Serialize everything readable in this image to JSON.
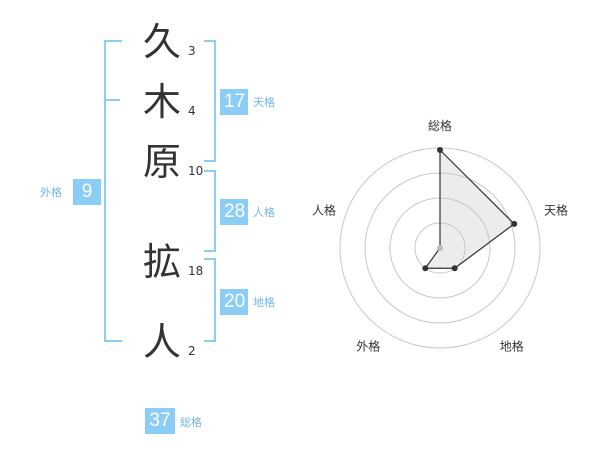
{
  "name": {
    "chars": [
      {
        "char": "久",
        "strokes": "3"
      },
      {
        "char": "木",
        "strokes": "4"
      },
      {
        "char": "原",
        "strokes": "10"
      },
      {
        "char": "拡",
        "strokes": "18"
      },
      {
        "char": "人",
        "strokes": "2"
      }
    ]
  },
  "kaku": {
    "tenkaku": {
      "value": "17",
      "label": "天格"
    },
    "jinkaku": {
      "value": "28",
      "label": "人格"
    },
    "chikaku": {
      "value": "20",
      "label": "地格"
    },
    "gaikaku": {
      "value": "9",
      "label": "外格"
    },
    "soukaku": {
      "value": "37",
      "label": "総格"
    }
  },
  "colors": {
    "accent": "#8ccdf6",
    "tag_text": "#6fb7e8",
    "text": "#333333"
  },
  "chart_data": {
    "type": "radar",
    "axes": [
      "総格",
      "天格",
      "地格",
      "外格",
      "人格"
    ],
    "values": [
      0.98,
      0.78,
      0.25,
      0.25,
      0.0
    ],
    "max": 1,
    "rings": 4
  }
}
